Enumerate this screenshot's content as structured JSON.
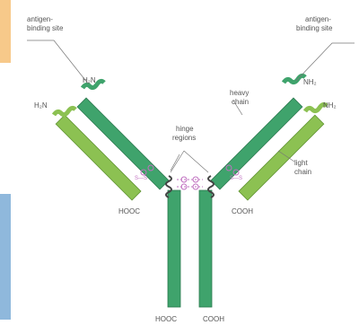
{
  "labels": {
    "antigen_site_left": [
      "antigen-",
      "binding site"
    ],
    "antigen_site_right": [
      "antigen-",
      "binding site"
    ],
    "h2n_heavy_left": "H₂N",
    "h2n_light_left": "H₂N",
    "nh2_heavy_right": "NH₂",
    "nh2_light_right": "NH₂",
    "heavy_chain": [
      "heavy",
      "chain"
    ],
    "hinge_regions": [
      "hinge",
      "regions"
    ],
    "light_chain": [
      "light",
      "chain"
    ],
    "hooc_left": "HOOC",
    "cooh_right": "COOH",
    "hooc_bottom": "HOOC",
    "cooh_bottom": "COOH",
    "disulfide": "S—S"
  },
  "colors": {
    "heavy_chain": "#3fa36c",
    "heavy_chain_dark": "#2c7a50",
    "light_chain": "#8cc152",
    "light_chain_dark": "#5f9330",
    "disulfide": "#c070c0",
    "label_text": "#555555",
    "edge_orange": "#f7c98a",
    "edge_blue": "#8fb8dc"
  }
}
